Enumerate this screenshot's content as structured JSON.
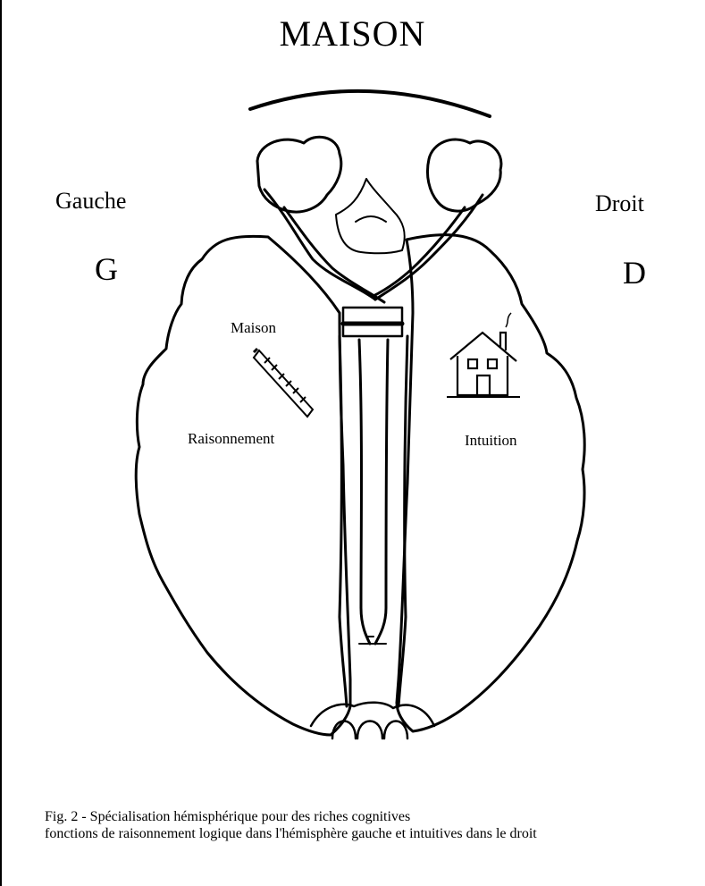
{
  "title": "MAISON",
  "left_side": {
    "word": "Gauche",
    "letter": "G"
  },
  "right_side": {
    "word": "Droit",
    "letter": "D"
  },
  "labels": {
    "left_word": "Maison",
    "left_function": "Raisonnement",
    "right_function": "Intuition"
  },
  "caption": {
    "line1": "Fig. 2 - Spécialisation hémisphérique pour des riches cognitives",
    "line2": "fonctions de raisonnement logique dans l'hémisphère gauche et intuitives dans le droit"
  }
}
